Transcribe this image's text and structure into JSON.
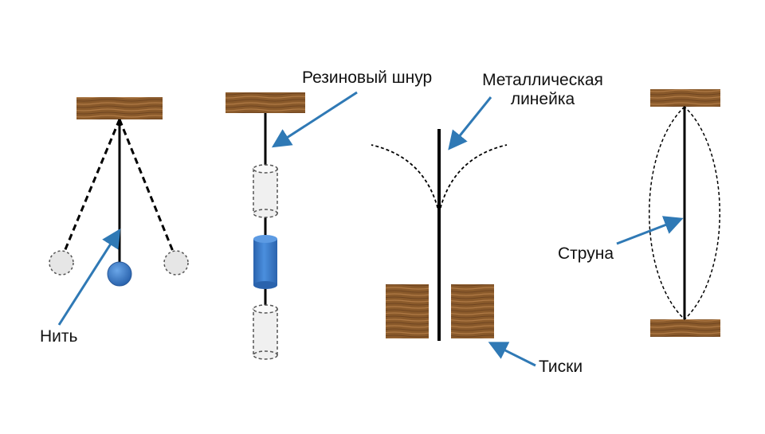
{
  "labels": {
    "thread": "Нить",
    "rubber_cord": "Резиновый шнур",
    "metal_ruler_line1": "Металлическая",
    "metal_ruler_line2": "линейка",
    "vise": "Тиски",
    "string": "Струна"
  },
  "colors": {
    "wood": "#8a5a2b",
    "wood_grain": "#b07a45",
    "arrow": "#2f79b5",
    "blue_bob": "#3a7fd0",
    "ghost_fill": "#e6e6e6",
    "line": "#000000"
  },
  "icons": {
    "pendulum": "pendulum-diagram",
    "spring": "spring-pendulum-diagram",
    "ruler": "ruler-in-vise-diagram",
    "string": "vibrating-string-diagram"
  }
}
